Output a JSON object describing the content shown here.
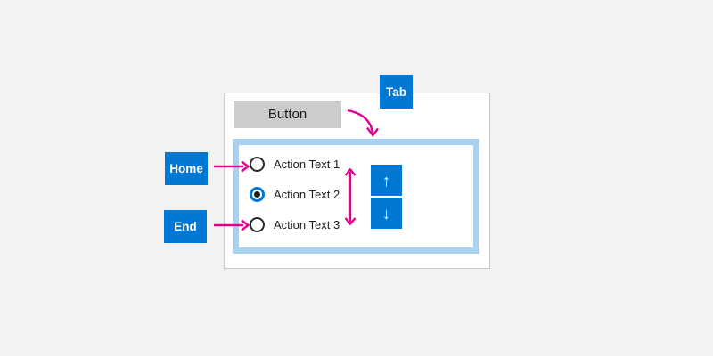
{
  "colors": {
    "bg": "#f2f2f2",
    "accent-blue": "#0078d4",
    "arrow-pink": "#e3008c",
    "panel-border": "#c8c8c8",
    "inner-panel-border": "#a9d2f0",
    "button-gray": "#cccccc",
    "text-dark": "#1b1b1b",
    "radio-ring": "#2b2b2b",
    "radio-dot": "#1f1f1f"
  },
  "key_badges": {
    "tab": "Tab",
    "home": "Home",
    "end": "End"
  },
  "button": {
    "label": "Button"
  },
  "radio_group": {
    "items": [
      {
        "label": "Action Text 1",
        "selected": false
      },
      {
        "label": "Action Text 2",
        "selected": true
      },
      {
        "label": "Action Text 3",
        "selected": false
      }
    ]
  },
  "icons": {
    "spinner_up": "↑",
    "spinner_down": "↓"
  }
}
